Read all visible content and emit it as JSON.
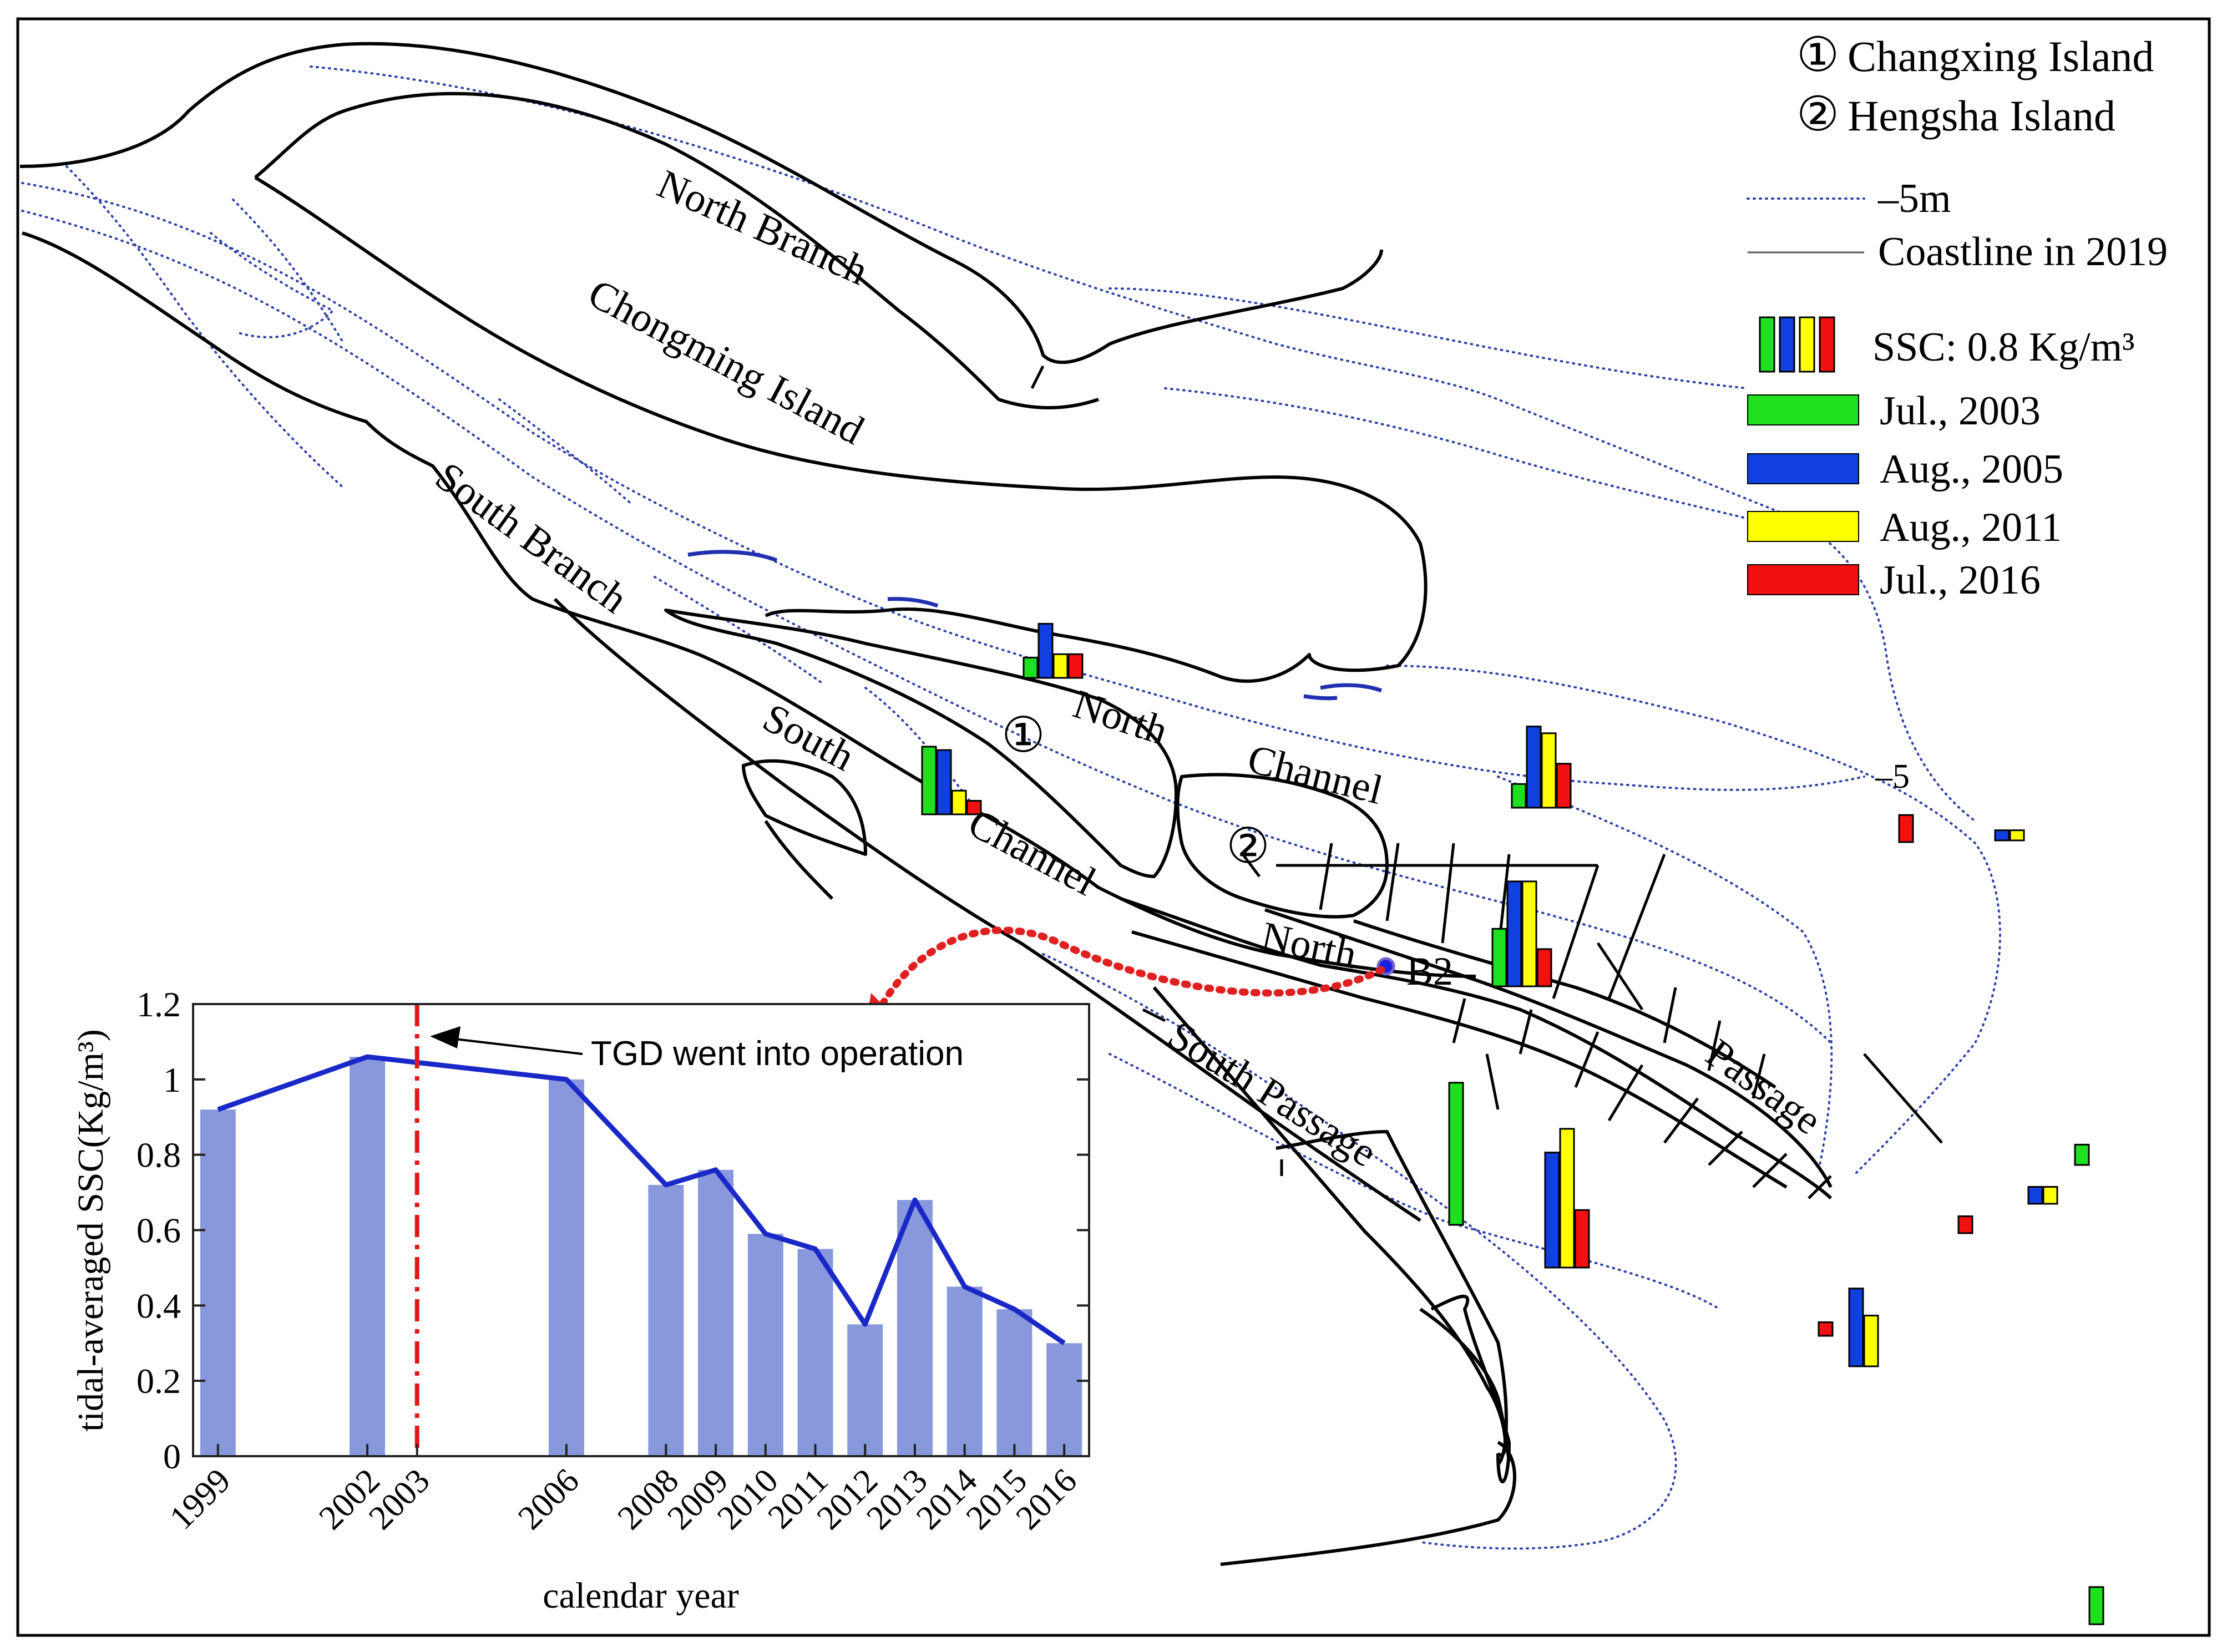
{
  "islands_legend": [
    {
      "number": "①",
      "name": "Changxing Island"
    },
    {
      "number": "②",
      "name": "Hengsha Island"
    }
  ],
  "line_legend": {
    "isobath": "–5m",
    "coastline": "Coastline in 2019"
  },
  "ssc_legend": {
    "scale_label": "SSC: 0.8 Kg/m³",
    "entries": [
      {
        "label": "Jul., 2003",
        "color": "#1ee01e"
      },
      {
        "label": "Aug., 2005",
        "color": "#1040e0"
      },
      {
        "label": "Aug., 2011",
        "color": "#ffff00"
      },
      {
        "label": "Jul.,  2016",
        "color": "#f21010"
      }
    ]
  },
  "place_labels": {
    "north_branch": "North Branch",
    "chongming_island": "Chongming Island",
    "south_branch": "South Branch",
    "north_channel_1": "North",
    "north_channel_2": "Channel",
    "south_channel_1": "South",
    "south_channel_2": "Channel",
    "north_passage_1": "North",
    "north_passage_2": "Passage",
    "south_passage": "South Passage",
    "island_1": "①",
    "island_2": "②",
    "isobath_mark": "–5",
    "station": "B2"
  },
  "station_b2": {
    "color": "#1a20e0"
  },
  "arrow_color": "#e02020",
  "ssc_bar_groups": [
    {
      "id": "north-channel-upper",
      "values": [
        0.3,
        0.8,
        0.35,
        0.35
      ]
    },
    {
      "id": "south-channel-upper",
      "values": [
        1.0,
        0.95,
        0.35,
        0.2
      ]
    },
    {
      "id": "north-channel-lower",
      "values": [
        0.35,
        1.2,
        1.1,
        0.65
      ]
    },
    {
      "id": "north-passage",
      "values": [
        0.85,
        1.55,
        1.55,
        0.55
      ]
    },
    {
      "id": "south-passage-left",
      "values": [
        2.1,
        null,
        null,
        null
      ]
    },
    {
      "id": "south-passage-right",
      "values": [
        null,
        1.7,
        2.05,
        0.85
      ]
    },
    {
      "id": "offshore-a",
      "values": [
        null,
        null,
        null,
        0.4
      ]
    },
    {
      "id": "offshore-b",
      "values": [
        null,
        0.15,
        0.15,
        null
      ]
    },
    {
      "id": "offshore-c",
      "values": [
        0.3,
        null,
        null,
        null
      ]
    },
    {
      "id": "offshore-d",
      "values": [
        null,
        0.25,
        0.25,
        null
      ]
    },
    {
      "id": "offshore-e",
      "values": [
        null,
        null,
        null,
        0.25
      ]
    },
    {
      "id": "offshore-f",
      "values": [
        null,
        null,
        null,
        0.2
      ]
    },
    {
      "id": "offshore-g",
      "values": [
        null,
        1.15,
        0.75,
        null
      ]
    },
    {
      "id": "offshore-h",
      "values": [
        0.55,
        null,
        null,
        null
      ]
    }
  ],
  "chart_data": {
    "type": "bar",
    "categories": [
      "1999",
      "2002",
      "2006",
      "2008",
      "2009",
      "2010",
      "2011",
      "2012",
      "2013",
      "2014",
      "2015",
      "2016"
    ],
    "x": [
      1999,
      2002,
      2006,
      2008,
      2009,
      2010,
      2011,
      2012,
      2013,
      2014,
      2015,
      2016
    ],
    "values": [
      0.92,
      1.06,
      1.0,
      0.72,
      0.76,
      0.59,
      0.55,
      0.35,
      0.68,
      0.45,
      0.39,
      0.3
    ],
    "line_values": [
      0.92,
      1.06,
      1.0,
      0.72,
      0.76,
      0.59,
      0.55,
      0.35,
      0.68,
      0.45,
      0.39,
      0.3
    ],
    "xticks": [
      1999,
      2002,
      2003,
      2006,
      2008,
      2009,
      2010,
      2011,
      2012,
      2013,
      2014,
      2015,
      2016
    ],
    "xlim": [
      1998.5,
      2016.5
    ],
    "yticks": [
      0,
      0.2,
      0.4,
      0.6,
      0.8,
      1,
      1.2
    ],
    "ylim": [
      0,
      1.2
    ],
    "xlabel": "calendar year",
    "ylabel": "tidal-averaged SSC(Kg/m³)",
    "vline_x": 2003,
    "annotation": "TGD went into operation",
    "bar_color": "#8898dc",
    "line_color": "#1a28c8",
    "vline_color": "#e01818",
    "grid": false
  }
}
